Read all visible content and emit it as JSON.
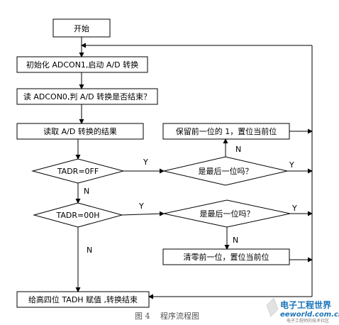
{
  "nodes": {
    "start": "开始",
    "init": "初始化 ADCON1,启动 A/D 转换",
    "read_wait": "读 ADCON0,判 A/D 转换是否结束？",
    "read_result": "读取 A/D 转换的结果",
    "cond_off": "TADR=0FF",
    "cond_00h": "TADR=00H",
    "last_bit_1": "是最后一位吗？",
    "last_bit_2": "是最后一位吗？",
    "keep_bit": "保留前一位的 1，置位当前位",
    "clear_bit": "清零前一位，置位当前位",
    "assign": "给高四位 TADH 赋值 ,转换结束"
  },
  "edge_labels": {
    "y1": "Y",
    "n1": "N",
    "y2": "Y",
    "n2": "N",
    "y3": "Y",
    "n3": "N",
    "y4": "Y",
    "n4": "N"
  },
  "caption": "图 4　 程序流程图",
  "watermark": {
    "line1": "电子工程世界",
    "line2": "eeworld.com.cn",
    "line3": "电子工程师的技术社区"
  }
}
